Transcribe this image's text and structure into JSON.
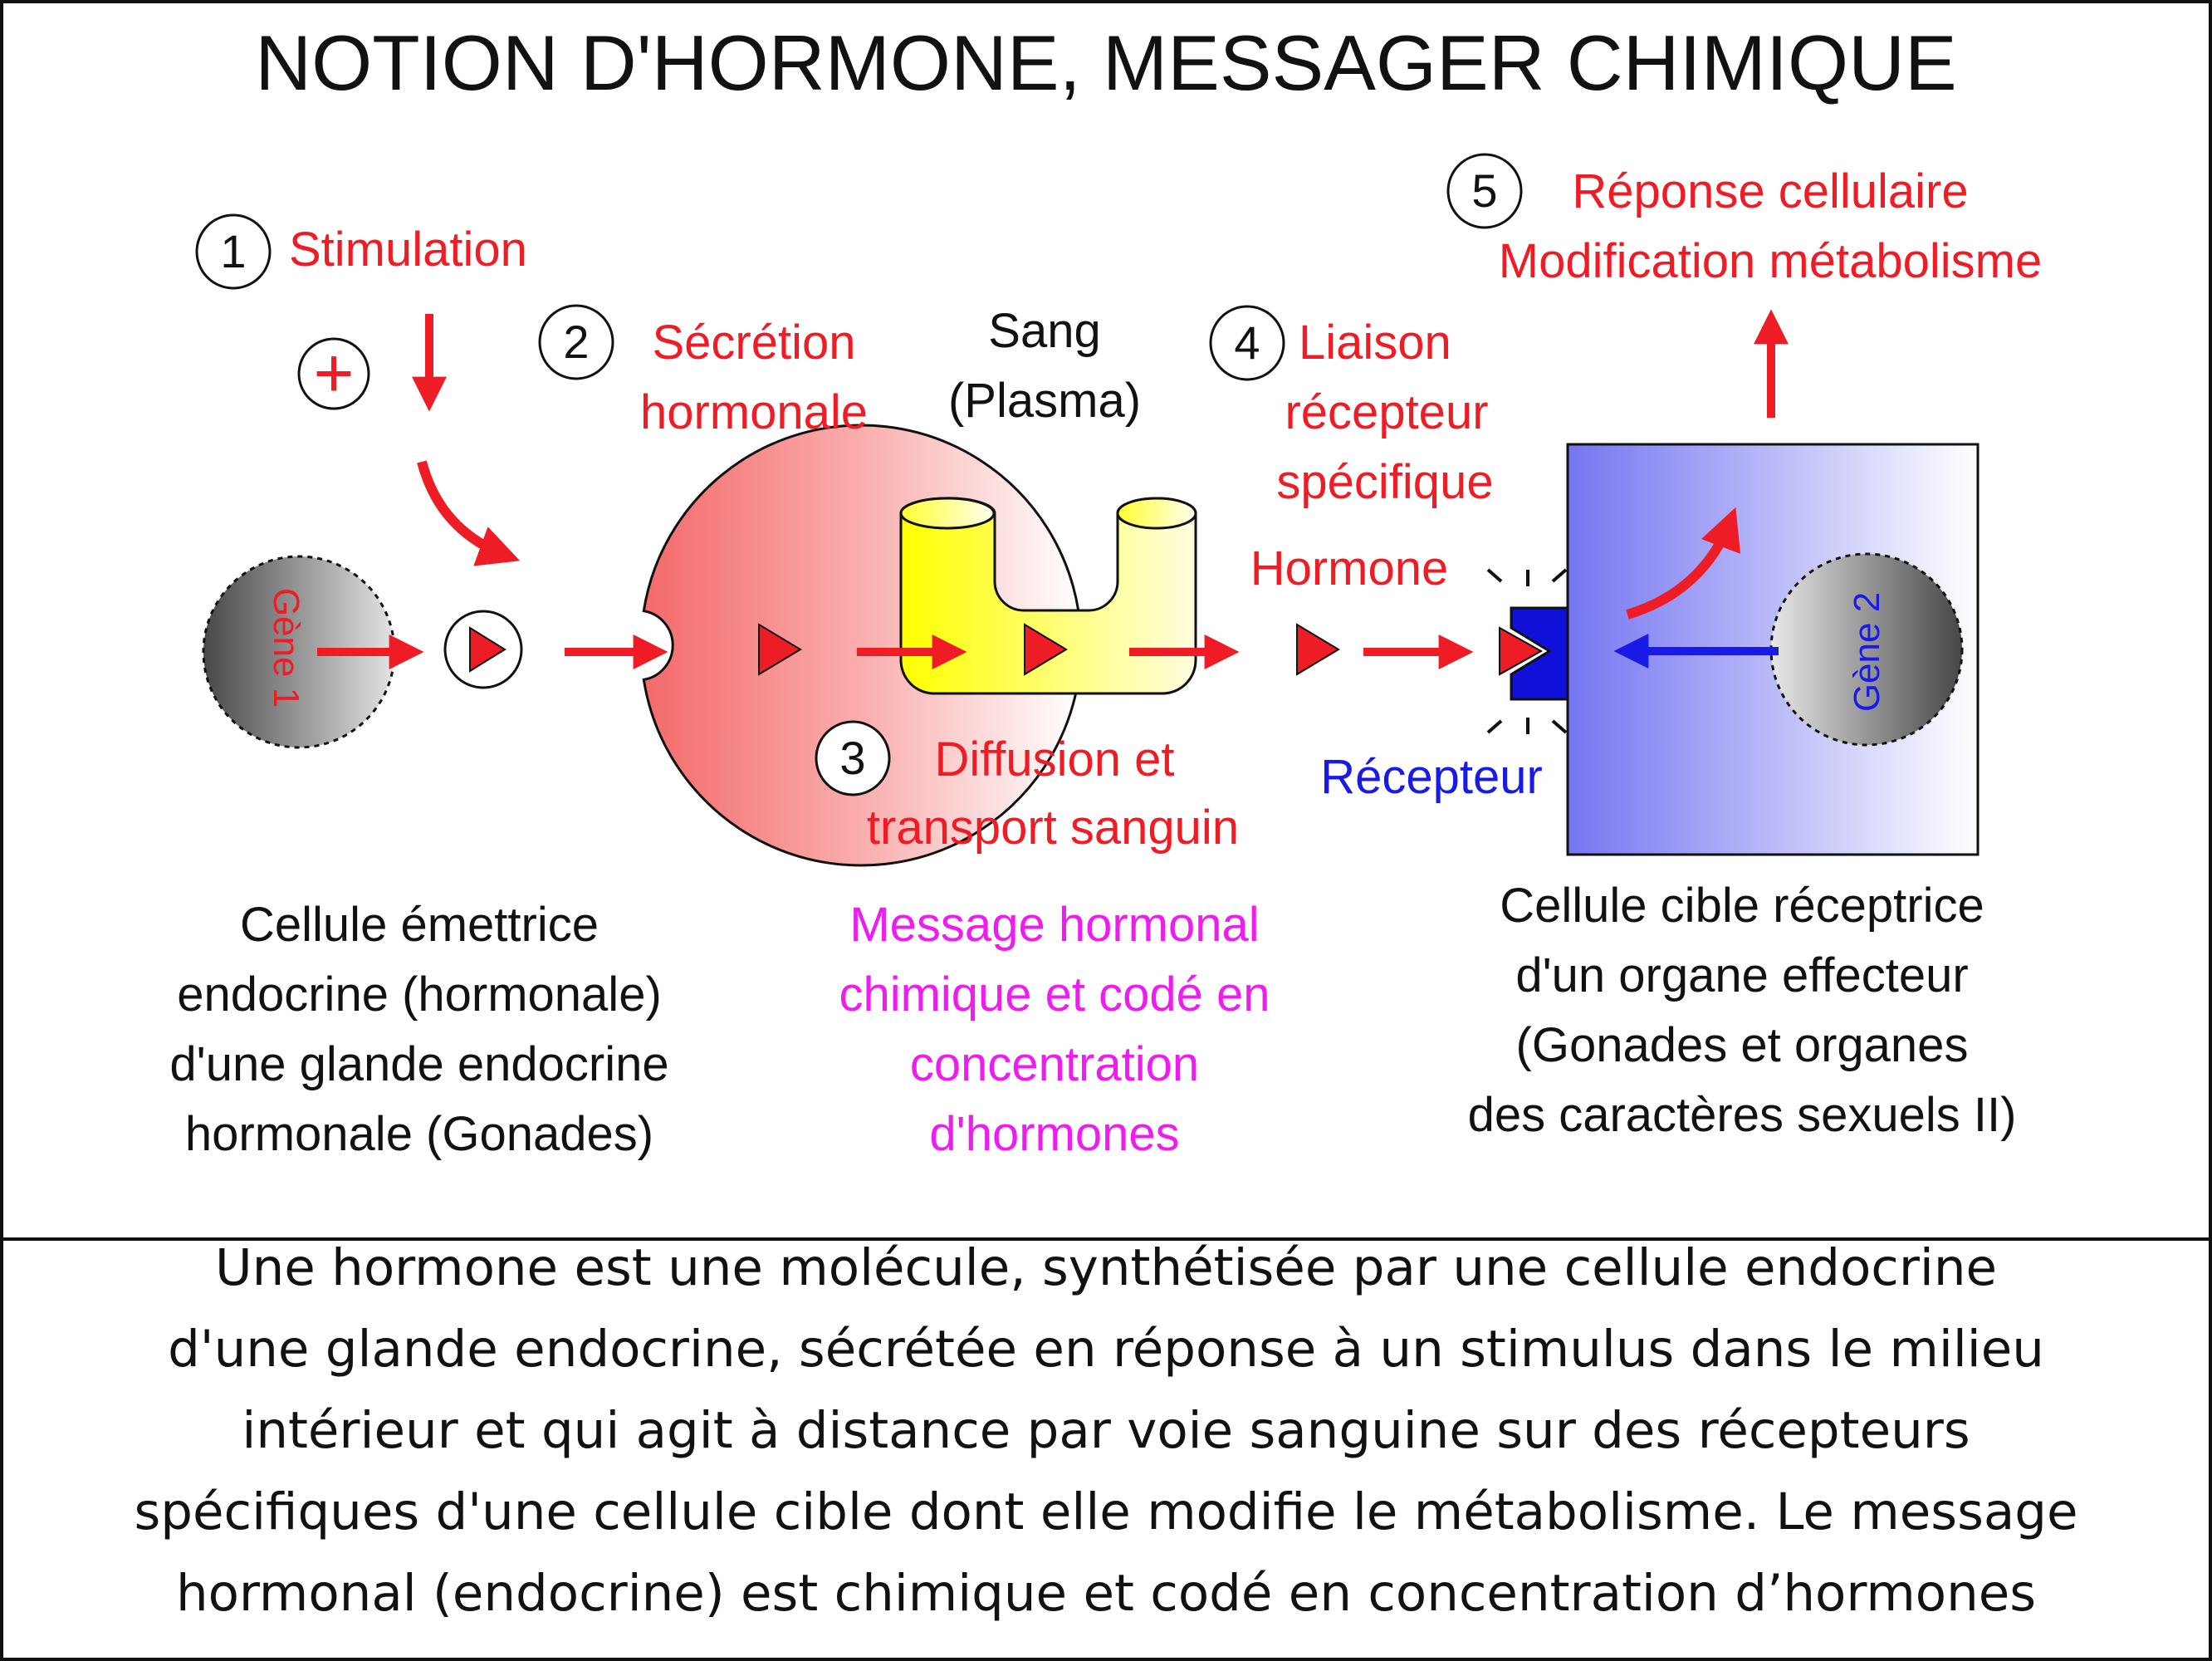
{
  "title": "NOTION D'HORMONE, MESSAGER CHIMIQUE",
  "steps": {
    "s1": {
      "num": "1",
      "label": "Stimulation"
    },
    "s2": {
      "num": "2",
      "line1": "Sécrétion",
      "line2": "hormonale"
    },
    "s3": {
      "num": "3",
      "line1": "Diffusion et",
      "line2": "transport sanguin"
    },
    "s4": {
      "num": "4",
      "line1": "Liaison",
      "line2": "récepteur",
      "line3": "spécifique"
    },
    "s5": {
      "num": "5",
      "line1": "Réponse cellulaire",
      "line2": "Modification métabolisme"
    }
  },
  "plus_sign": "+",
  "blood": {
    "line1": "Sang",
    "line2": "(Plasma)"
  },
  "hormone_label": "Hormone",
  "receptor_label": "Récepteur",
  "gene1": "Gène 1",
  "gene2": "Gène 2",
  "emitter": {
    "line1": "Cellule émettrice",
    "line2": "endocrine (hormonale)",
    "line3": "d'une glande endocrine",
    "line4": "hormonale (Gonades)"
  },
  "message": {
    "line1": "Message hormonal",
    "line2": "chimique et codé en",
    "line3": "concentration",
    "line4": "d'hormones"
  },
  "target": {
    "line1": "Cellule cible réceptrice",
    "line2": "d'un organe effecteur",
    "line3": "(Gonades et organes",
    "line4": "des caractères sexuels II)"
  },
  "definition": [
    "Une  hormone  est une   molécule, synthétisée par une cellule endocrine",
    "d'une glande endocrine, sécrétée en réponse à un stimulus dans le milieu",
    "intérieur et qui agit à distance par voie sanguine sur des récepteurs",
    "spécifiques d'une cellule cible dont elle modifie le métabolisme. Le message",
    "hormonal (endocrine) est chimique et codé en concentration d’hormones"
  ],
  "colors": {
    "red": "#ee1c24",
    "blue": "#1a1ae6",
    "magenta": "#ee1cee",
    "yellow": "#ffff00",
    "receptor": "#1010d8"
  }
}
